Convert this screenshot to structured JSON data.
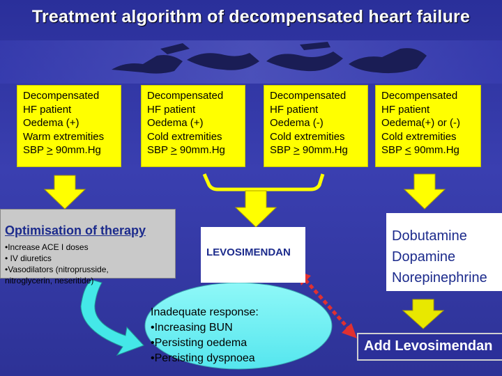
{
  "title": "Treatment algorithm of decompensated heart failure",
  "boxes": [
    {
      "line1": "Decompensated",
      "line2": "HF patient",
      "line3": "Oedema (+)",
      "line4": "Warm extremities",
      "sbp_prefix": "SBP ",
      "sbp_sign": ">",
      "sbp_value": " 90mm.Hg"
    },
    {
      "line1": "Decompensated",
      "line2": "HF patient",
      "line3": "Oedema (+)",
      "line4": "Cold extremities",
      "sbp_prefix": "SBP ",
      "sbp_sign": ">",
      "sbp_value": " 90mm.Hg"
    },
    {
      "line1": "Decompensated",
      "line2": "HF patient",
      "line3": "Oedema (-)",
      "line4": "Cold extremities",
      "sbp_prefix": "SBP ",
      "sbp_sign": ">",
      "sbp_value": " 90mm.Hg"
    },
    {
      "line1": "Decompensated",
      "line2": "HF patient",
      "line3": "Oedema(+) or (-)",
      "line4": "Cold extremities",
      "sbp_prefix": "SBP ",
      "sbp_sign": "<",
      "sbp_value": " 90mm.Hg"
    }
  ],
  "optimisation": {
    "heading": "Optimisation of therapy",
    "items": [
      "•Increase ACE I doses",
      "• IV diuretics",
      "•Vasodilators (nitroprusside,",
      "nitroglycerin, neseritide)"
    ]
  },
  "levosimendan": "LEVOSIMENDAN",
  "inotropes": [
    "Dobutamine",
    "Dopamine",
    "Norepinephrine"
  ],
  "inadequate": {
    "heading": "Inadequate response:",
    "items": [
      "•Increasing BUN",
      "•Persisting oedema",
      "•Persisting dyspnoea"
    ]
  },
  "add_levosimendan": "Add Levosimendan",
  "colors": {
    "background": "#2f34a4",
    "yellow": "#ffff00",
    "arrow": "#ffff00",
    "oval": "#66f0f0",
    "red": "#e03030"
  }
}
